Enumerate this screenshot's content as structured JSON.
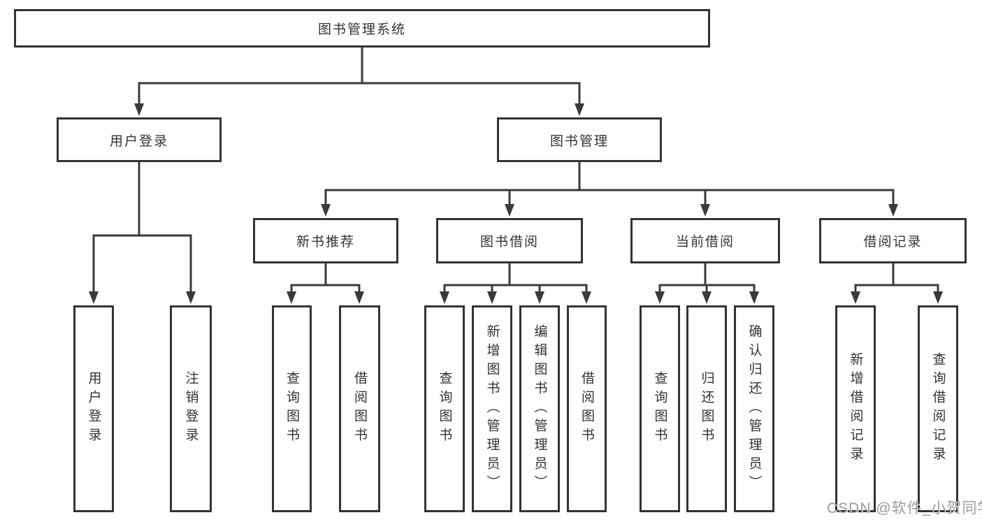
{
  "diagram": {
    "root": {
      "label": "图书管理系统"
    },
    "level2": [
      {
        "label": "用户登录"
      },
      {
        "label": "图书管理"
      }
    ],
    "level3": [
      {
        "label": "新书推荐"
      },
      {
        "label": "图书借阅"
      },
      {
        "label": "当前借阅"
      },
      {
        "label": "借阅记录"
      }
    ],
    "leaves": {
      "user_login": [
        {
          "label": "用户登录"
        },
        {
          "label": "注销登录"
        }
      ],
      "new_book": [
        {
          "label": "查询图书"
        },
        {
          "label": "借阅图书"
        }
      ],
      "borrowing": [
        {
          "label": "查询图书"
        },
        {
          "label": "新增图书（管理员）"
        },
        {
          "label": "编辑图书（管理员）"
        },
        {
          "label": "借阅图书"
        }
      ],
      "current": [
        {
          "label": "查询图书"
        },
        {
          "label": "归还图书"
        },
        {
          "label": "确认归还（管理员）"
        }
      ],
      "records": [
        {
          "label": "新增借阅记录"
        },
        {
          "label": "查询借阅记录"
        }
      ]
    }
  },
  "watermark": {
    "text": "CSDN @软件_小贺同学"
  },
  "colors": {
    "line": "#3a3a3a",
    "border": "#333333",
    "text": "#333333",
    "watermark": "#9b9b9b",
    "background": "#ffffff"
  }
}
